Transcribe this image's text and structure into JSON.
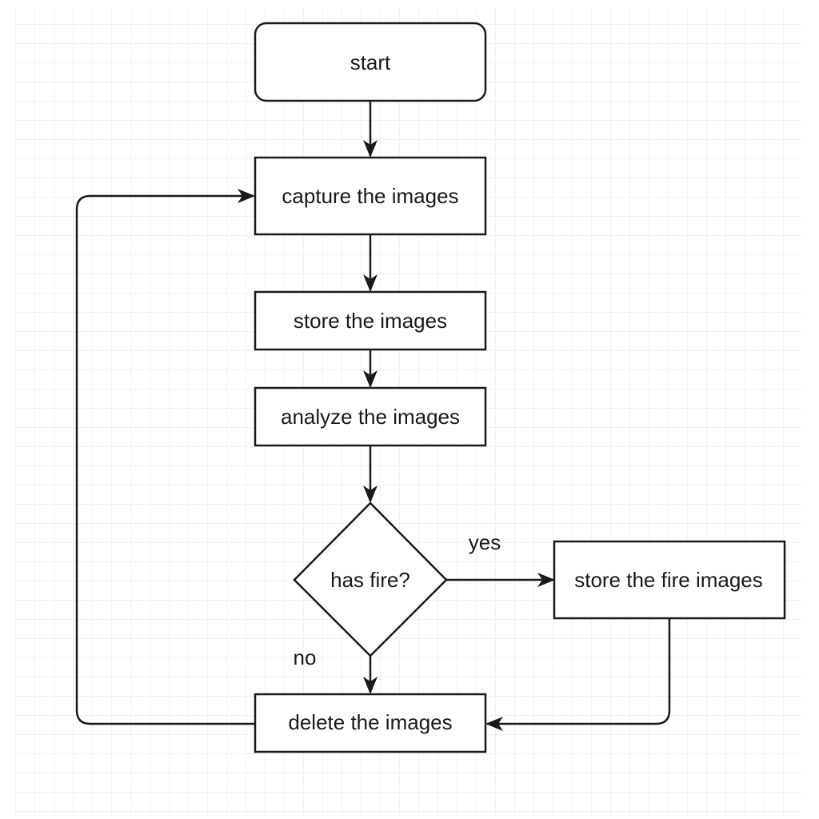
{
  "diagram": {
    "nodes": {
      "start": "start",
      "capture": "capture the images",
      "store": "store the images",
      "analyze": "analyze the images",
      "decision": "has fire?",
      "store_fire": "store the fire images",
      "delete": "delete the images"
    },
    "edge_labels": {
      "yes": "yes",
      "no": "no"
    }
  },
  "colors": {
    "grid_line": "#e6e6e6",
    "stroke": "#1a1a1a",
    "fill": "#ffffff",
    "text": "#1a1a1a"
  }
}
